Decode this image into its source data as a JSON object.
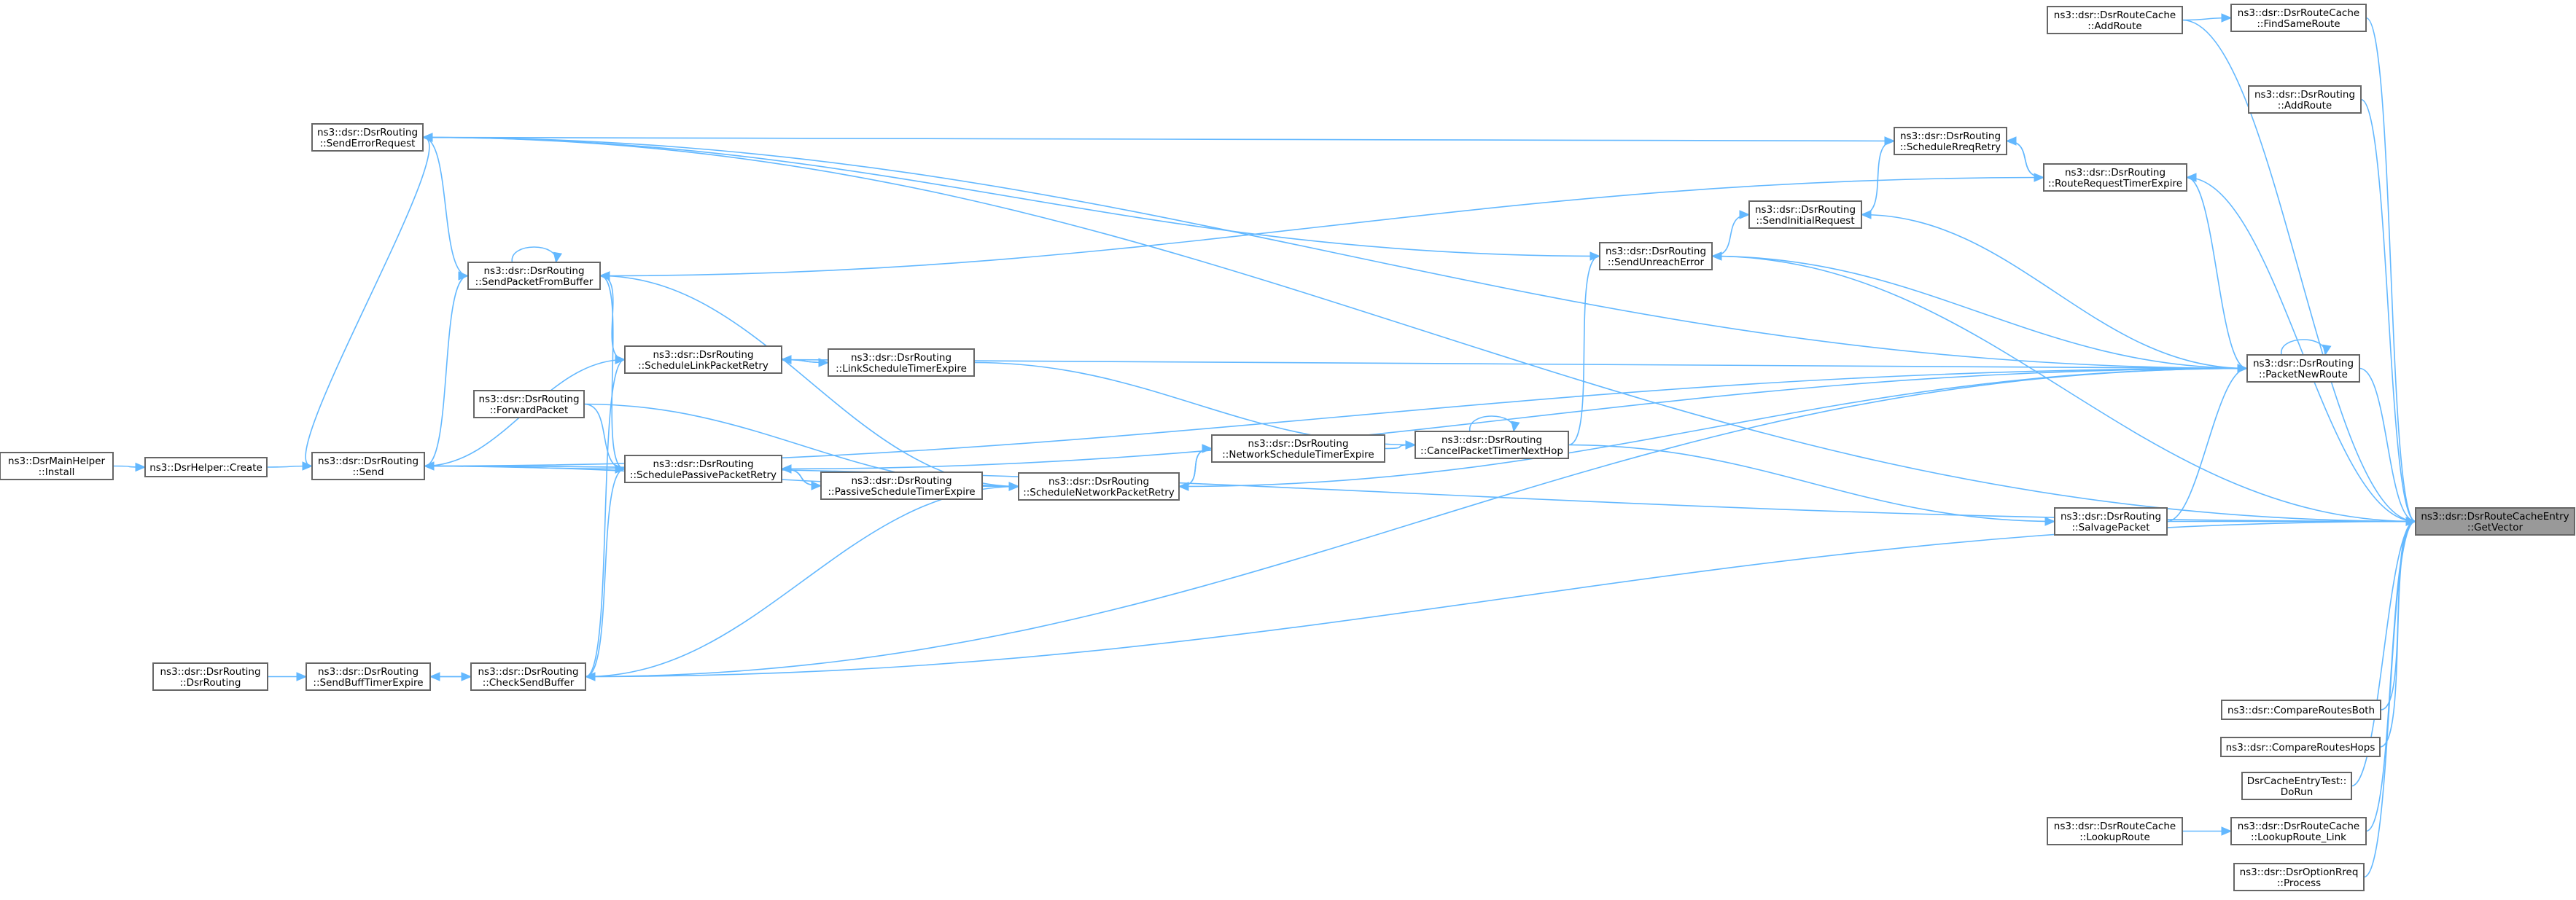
{
  "colors": {
    "edge": "#63b8ff",
    "node_border": "#666666",
    "root_fill": "#999999",
    "node_fill": "#ffffff"
  },
  "nodes": [
    {
      "id": "GetVector",
      "lines": [
        "ns3::dsr::DsrRouteCacheEntry",
        "::GetVector"
      ],
      "root": true
    },
    {
      "id": "FindSameRoute",
      "lines": [
        "ns3::dsr::DsrRouteCache",
        "::FindSameRoute"
      ]
    },
    {
      "id": "CacheAddRoute",
      "lines": [
        "ns3::dsr::DsrRouteCache",
        "::AddRoute"
      ]
    },
    {
      "id": "RoutingAddRoute",
      "lines": [
        "ns3::dsr::DsrRouting",
        "::AddRoute"
      ]
    },
    {
      "id": "ScheduleRreqRetry",
      "lines": [
        "ns3::dsr::DsrRouting",
        "::ScheduleRreqRetry"
      ]
    },
    {
      "id": "RouteRequestTimerExpire",
      "lines": [
        "ns3::dsr::DsrRouting",
        "::RouteRequestTimerExpire"
      ]
    },
    {
      "id": "SendInitialRequest",
      "lines": [
        "ns3::dsr::DsrRouting",
        "::SendInitialRequest"
      ]
    },
    {
      "id": "SendUnreachError",
      "lines": [
        "ns3::dsr::DsrRouting",
        "::SendUnreachError"
      ]
    },
    {
      "id": "SendErrorRequest",
      "lines": [
        "ns3::dsr::DsrRouting",
        "::SendErrorRequest"
      ]
    },
    {
      "id": "SendPacketFromBuffer",
      "lines": [
        "ns3::dsr::DsrRouting",
        "::SendPacketFromBuffer"
      ]
    },
    {
      "id": "ScheduleLinkPacketRetry",
      "lines": [
        "ns3::dsr::DsrRouting",
        "::ScheduleLinkPacketRetry"
      ]
    },
    {
      "id": "LinkScheduleTimerExpire",
      "lines": [
        "ns3::dsr::DsrRouting",
        "::LinkScheduleTimerExpire"
      ]
    },
    {
      "id": "PacketNewRoute",
      "lines": [
        "ns3::dsr::DsrRouting",
        "::PacketNewRoute"
      ]
    },
    {
      "id": "ForwardPacket",
      "lines": [
        "ns3::dsr::DsrRouting",
        "::ForwardPacket"
      ]
    },
    {
      "id": "NetworkScheduleTimerExpire",
      "lines": [
        "ns3::dsr::DsrRouting",
        "::NetworkScheduleTimerExpire"
      ]
    },
    {
      "id": "CancelPacketTimerNextHop",
      "lines": [
        "ns3::dsr::DsrRouting",
        "::CancelPacketTimerNextHop"
      ]
    },
    {
      "id": "MainHelperInstall",
      "lines": [
        "ns3::DsrMainHelper",
        "::Install"
      ]
    },
    {
      "id": "HelperCreate",
      "lines": [
        "ns3::DsrHelper::Create"
      ]
    },
    {
      "id": "Send",
      "lines": [
        "ns3::dsr::DsrRouting",
        "::Send"
      ]
    },
    {
      "id": "SchedulePassivePacketRetry",
      "lines": [
        "ns3::dsr::DsrRouting",
        "::SchedulePassivePacketRetry"
      ]
    },
    {
      "id": "PassiveScheduleTimerExpire",
      "lines": [
        "ns3::dsr::DsrRouting",
        "::PassiveScheduleTimerExpire"
      ]
    },
    {
      "id": "ScheduleNetworkPacketRetry",
      "lines": [
        "ns3::dsr::DsrRouting",
        "::ScheduleNetworkPacketRetry"
      ]
    },
    {
      "id": "SalvagePacket",
      "lines": [
        "ns3::dsr::DsrRouting",
        "::SalvagePacket"
      ]
    },
    {
      "id": "DsrRoutingCtor",
      "lines": [
        "ns3::dsr::DsrRouting",
        "::DsrRouting"
      ]
    },
    {
      "id": "SendBuffTimerExpire",
      "lines": [
        "ns3::dsr::DsrRouting",
        "::SendBuffTimerExpire"
      ]
    },
    {
      "id": "CheckSendBuffer",
      "lines": [
        "ns3::dsr::DsrRouting",
        "::CheckSendBuffer"
      ]
    },
    {
      "id": "CompareRoutesBoth",
      "lines": [
        "ns3::dsr::CompareRoutesBoth"
      ]
    },
    {
      "id": "CompareRoutesHops",
      "lines": [
        "ns3::dsr::CompareRoutesHops"
      ]
    },
    {
      "id": "DoRun",
      "lines": [
        "DsrCacheEntryTest::",
        "DoRun"
      ]
    },
    {
      "id": "LookupRoute",
      "lines": [
        "ns3::dsr::DsrRouteCache",
        "::LookupRoute"
      ]
    },
    {
      "id": "LookupRouteLink",
      "lines": [
        "ns3::dsr::DsrRouteCache",
        "::LookupRoute_Link"
      ]
    },
    {
      "id": "OptionRreqProcess",
      "lines": [
        "ns3::dsr::DsrOptionRreq",
        "::Process"
      ]
    }
  ],
  "edges": [
    [
      "FindSameRoute",
      "GetVector"
    ],
    [
      "CacheAddRoute",
      "GetVector"
    ],
    [
      "CacheAddRoute",
      "FindSameRoute"
    ],
    [
      "RoutingAddRoute",
      "GetVector"
    ],
    [
      "RouteRequestTimerExpire",
      "GetVector"
    ],
    [
      "SendUnreachError",
      "GetVector"
    ],
    [
      "PacketNewRoute",
      "GetVector"
    ],
    [
      "SalvagePacket",
      "GetVector"
    ],
    [
      "SendErrorRequest",
      "GetVector"
    ],
    [
      "Send",
      "GetVector"
    ],
    [
      "CheckSendBuffer",
      "GetVector"
    ],
    [
      "CompareRoutesBoth",
      "GetVector"
    ],
    [
      "CompareRoutesHops",
      "GetVector"
    ],
    [
      "DoRun",
      "GetVector"
    ],
    [
      "LookupRouteLink",
      "GetVector"
    ],
    [
      "OptionRreqProcess",
      "GetVector"
    ],
    [
      "LookupRoute",
      "LookupRouteLink"
    ],
    [
      "SendErrorRequest",
      "ScheduleRreqRetry"
    ],
    [
      "RouteRequestTimerExpire",
      "ScheduleRreqRetry"
    ],
    [
      "SendInitialRequest",
      "ScheduleRreqRetry"
    ],
    [
      "ScheduleRreqRetry",
      "RouteRequestTimerExpire"
    ],
    [
      "SendUnreachError",
      "SendInitialRequest"
    ],
    [
      "PacketNewRoute",
      "SendInitialRequest"
    ],
    [
      "PacketNewRoute",
      "RouteRequestTimerExpire"
    ],
    [
      "PacketNewRoute",
      "SendUnreachError"
    ],
    [
      "PacketNewRoute",
      "PacketNewRoute"
    ],
    [
      "PacketNewRoute",
      "ScheduleLinkPacketRetry"
    ],
    [
      "PacketNewRoute",
      "SchedulePassivePacketRetry"
    ],
    [
      "PacketNewRoute",
      "ScheduleNetworkPacketRetry"
    ],
    [
      "PacketNewRoute",
      "SendErrorRequest"
    ],
    [
      "PacketNewRoute",
      "Send"
    ],
    [
      "PacketNewRoute",
      "CheckSendBuffer"
    ],
    [
      "SalvagePacket",
      "PacketNewRoute"
    ],
    [
      "CancelPacketTimerNextHop",
      "SendUnreachError"
    ],
    [
      "CancelPacketTimerNextHop",
      "CancelPacketTimerNextHop"
    ],
    [
      "CancelPacketTimerNextHop",
      "SalvagePacket"
    ],
    [
      "NetworkScheduleTimerExpire",
      "CancelPacketTimerNextHop"
    ],
    [
      "LinkScheduleTimerExpire",
      "CancelPacketTimerNextHop"
    ],
    [
      "ScheduleNetworkPacketRetry",
      "NetworkScheduleTimerExpire"
    ],
    [
      "NetworkScheduleTimerExpire",
      "ScheduleNetworkPacketRetry"
    ],
    [
      "SendUnreachError",
      "SendErrorRequest"
    ],
    [
      "RouteRequestTimerExpire",
      "SendPacketFromBuffer"
    ],
    [
      "SendPacketFromBuffer",
      "SendErrorRequest"
    ],
    [
      "SendPacketFromBuffer",
      "SendPacketFromBuffer"
    ],
    [
      "Send",
      "SendErrorRequest"
    ],
    [
      "ScheduleLinkPacketRetry",
      "SendPacketFromBuffer"
    ],
    [
      "SchedulePassivePacketRetry",
      "SendPacketFromBuffer"
    ],
    [
      "ScheduleNetworkPacketRetry",
      "SendPacketFromBuffer"
    ],
    [
      "Send",
      "SendPacketFromBuffer"
    ],
    [
      "LinkScheduleTimerExpire",
      "ScheduleLinkPacketRetry"
    ],
    [
      "ScheduleLinkPacketRetry",
      "LinkScheduleTimerExpire"
    ],
    [
      "Send",
      "ScheduleLinkPacketRetry"
    ],
    [
      "CheckSendBuffer",
      "ScheduleLinkPacketRetry"
    ],
    [
      "ForwardPacket",
      "SchedulePassivePacketRetry"
    ],
    [
      "Send",
      "SchedulePassivePacketRetry"
    ],
    [
      "CheckSendBuffer",
      "SchedulePassivePacketRetry"
    ],
    [
      "PassiveScheduleTimerExpire",
      "SchedulePassivePacketRetry"
    ],
    [
      "SchedulePassivePacketRetry",
      "PassiveScheduleTimerExpire"
    ],
    [
      "ForwardPacket",
      "ScheduleNetworkPacketRetry"
    ],
    [
      "Send",
      "ScheduleNetworkPacketRetry"
    ],
    [
      "CheckSendBuffer",
      "ScheduleNetworkPacketRetry"
    ],
    [
      "PassiveScheduleTimerExpire",
      "ScheduleNetworkPacketRetry"
    ],
    [
      "MainHelperInstall",
      "HelperCreate"
    ],
    [
      "HelperCreate",
      "Send"
    ],
    [
      "DsrRoutingCtor",
      "SendBuffTimerExpire"
    ],
    [
      "SendBuffTimerExpire",
      "CheckSendBuffer"
    ],
    [
      "CheckSendBuffer",
      "SendBuffTimerExpire"
    ]
  ]
}
